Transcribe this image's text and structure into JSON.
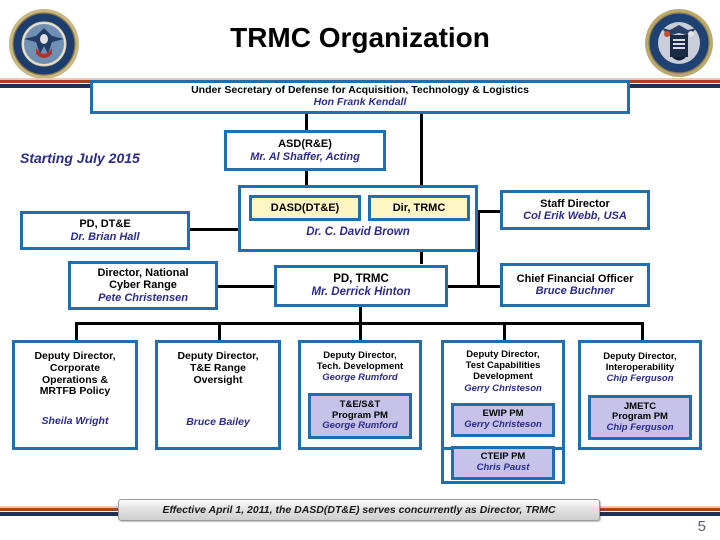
{
  "slide": {
    "title": "TRMC Organization",
    "page_number": "5",
    "starting_label": "Starting July 2015",
    "footer_note": "Effective April 1, 2011, the DASD(DT&E) serves concurrently as Director, TRMC",
    "left_seal_name": "department-of-defense-seal",
    "right_seal_name": "test-resource-management-center-seal",
    "colors": {
      "box_border": "#1F6FB0",
      "person_text": "#2B2B8F",
      "yellow_fill": "#FFF6C4",
      "lavender_fill": "#C6C2EA",
      "stripe_red": "#B0401C",
      "stripe_navy": "#1F3058"
    }
  },
  "chart_data": {
    "type": "diagram",
    "title": "TRMC Organization",
    "nodes": [
      {
        "id": "usdatl",
        "role": "Under Secretary of Defense for Acquisition, Technology & Logistics",
        "person": "Hon Frank Kendall"
      },
      {
        "id": "asdre",
        "role": "ASD(R&E)",
        "person": "Mr. Al Shaffer, Acting"
      },
      {
        "id": "dasddte",
        "role": "DASD(DT&E)",
        "person": ""
      },
      {
        "id": "dirtrmc",
        "role": "Dir, TRMC",
        "person": ""
      },
      {
        "id": "brown",
        "role": "",
        "person": "Dr. C. David Brown"
      },
      {
        "id": "pddte",
        "role": "PD, DT&E",
        "person": "Dr. Brian Hall"
      },
      {
        "id": "staffdir",
        "role": "Staff Director",
        "person": "Col Erik Webb, USA"
      },
      {
        "id": "ncr",
        "role": "Director, National Cyber Range",
        "person": "Pete Christensen"
      },
      {
        "id": "pdtrmc",
        "role": "PD, TRMC",
        "person": "Mr. Derrick Hinton"
      },
      {
        "id": "cfo",
        "role": "Chief Financial Officer",
        "person": "Bruce Buchner"
      },
      {
        "id": "dd1",
        "role": "Deputy Director, Corporate Operations & MRTFB Policy",
        "person": "Sheila Wright"
      },
      {
        "id": "dd2",
        "role": "Deputy Director, T&E Range Oversight",
        "person": "Bruce Bailey"
      },
      {
        "id": "dd3",
        "role": "Deputy Director, Tech. Development",
        "person": "George Rumford"
      },
      {
        "id": "dd3sub",
        "role": "T&E/S&T Program PM",
        "person": "George Rumford"
      },
      {
        "id": "dd4",
        "role": "Deputy Director, Test Capabilities Development",
        "person": "Gerry Christeson"
      },
      {
        "id": "dd4sub1",
        "role": "EWIP PM",
        "person": "Gerry Christeson"
      },
      {
        "id": "dd4sub2",
        "role": "CTEIP PM",
        "person": "Chris Paust"
      },
      {
        "id": "dd5",
        "role": "Deputy Director, Interoperability",
        "person": "Chip Ferguson"
      },
      {
        "id": "dd5sub",
        "role": "JMETC Program PM",
        "person": "Chip Ferguson"
      }
    ],
    "edges": [
      {
        "from": "usdatl",
        "to": "asdre"
      },
      {
        "from": "usdatl",
        "to": "dirtrmc"
      },
      {
        "from": "asdre",
        "to": "dasddte"
      },
      {
        "from": "brown",
        "to": "pddte"
      },
      {
        "from": "brown",
        "to": "staffdir"
      },
      {
        "from": "dirtrmc",
        "to": "pdtrmc"
      },
      {
        "from": "pdtrmc",
        "to": "ncr"
      },
      {
        "from": "pdtrmc",
        "to": "cfo"
      },
      {
        "from": "pdtrmc",
        "to": "dd1"
      },
      {
        "from": "pdtrmc",
        "to": "dd2"
      },
      {
        "from": "pdtrmc",
        "to": "dd3"
      },
      {
        "from": "pdtrmc",
        "to": "dd4"
      },
      {
        "from": "pdtrmc",
        "to": "dd5"
      }
    ]
  }
}
